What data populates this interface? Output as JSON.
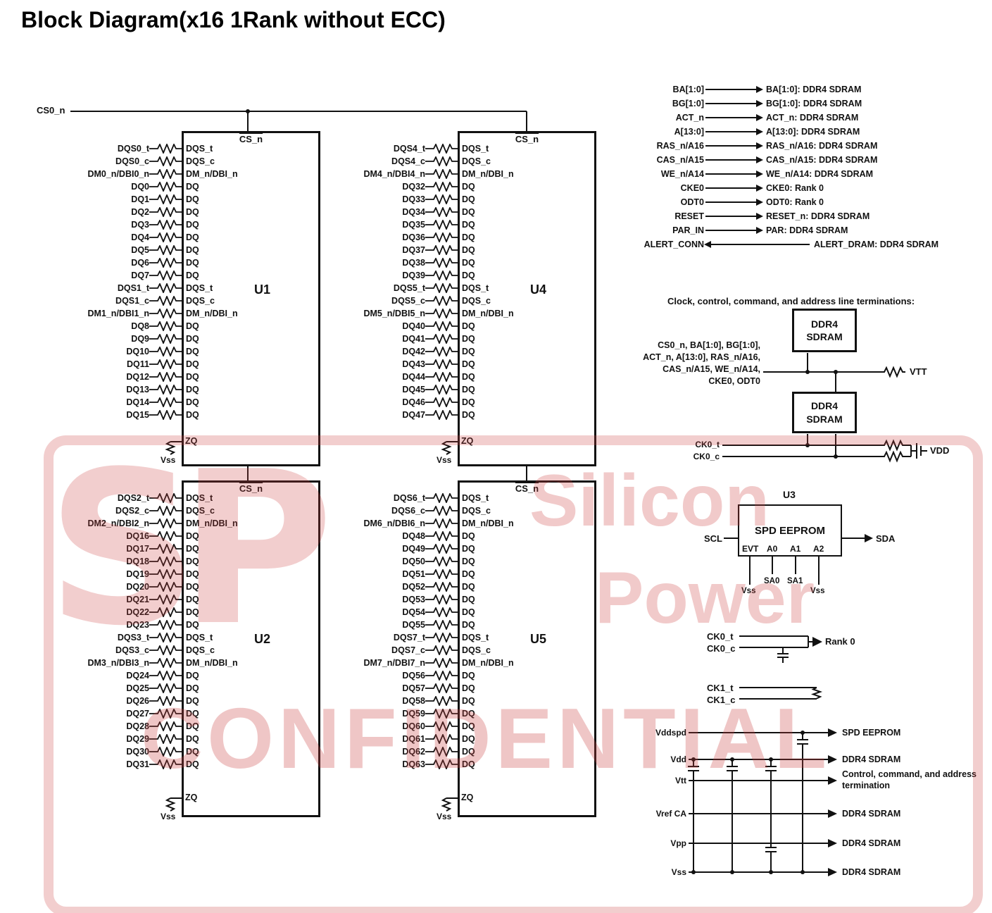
{
  "title": "Block Diagram(x16 1Rank without ECC)",
  "cs0_label": "CS0_n",
  "chips": {
    "u1": {
      "name": "U1",
      "cs": "CS_n",
      "zq": "ZQ",
      "gnd": "Vss",
      "rows": [
        {
          "ext": "DQS0_t",
          "int": "DQS_t"
        },
        {
          "ext": "DQS0_c",
          "int": "DQS_c"
        },
        {
          "ext": "DM0_n/DBI0_n",
          "int": "DM_n/DBI_n"
        },
        {
          "ext": "DQ0",
          "int": "DQ"
        },
        {
          "ext": "DQ1",
          "int": "DQ"
        },
        {
          "ext": "DQ2",
          "int": "DQ"
        },
        {
          "ext": "DQ3",
          "int": "DQ"
        },
        {
          "ext": "DQ4",
          "int": "DQ"
        },
        {
          "ext": "DQ5",
          "int": "DQ"
        },
        {
          "ext": "DQ6",
          "int": "DQ"
        },
        {
          "ext": "DQ7",
          "int": "DQ"
        },
        {
          "ext": "DQS1_t",
          "int": "DQS_t"
        },
        {
          "ext": "DQS1_c",
          "int": "DQS_c"
        },
        {
          "ext": "DM1_n/DBI1_n",
          "int": "DM_n/DBI_n"
        },
        {
          "ext": "DQ8",
          "int": "DQ"
        },
        {
          "ext": "DQ9",
          "int": "DQ"
        },
        {
          "ext": "DQ10",
          "int": "DQ"
        },
        {
          "ext": "DQ11",
          "int": "DQ"
        },
        {
          "ext": "DQ12",
          "int": "DQ"
        },
        {
          "ext": "DQ13",
          "int": "DQ"
        },
        {
          "ext": "DQ14",
          "int": "DQ"
        },
        {
          "ext": "DQ15",
          "int": "DQ"
        }
      ]
    },
    "u2": {
      "name": "U2",
      "cs": "CS_n",
      "zq": "ZQ",
      "gnd": "Vss",
      "rows": [
        {
          "ext": "DQS2_t",
          "int": "DQS_t"
        },
        {
          "ext": "DQS2_c",
          "int": "DQS_c"
        },
        {
          "ext": "DM2_n/DBI2_n",
          "int": "DM_n/DBI_n"
        },
        {
          "ext": "DQ16",
          "int": "DQ"
        },
        {
          "ext": "DQ17",
          "int": "DQ"
        },
        {
          "ext": "DQ18",
          "int": "DQ"
        },
        {
          "ext": "DQ19",
          "int": "DQ"
        },
        {
          "ext": "DQ20",
          "int": "DQ"
        },
        {
          "ext": "DQ21",
          "int": "DQ"
        },
        {
          "ext": "DQ22",
          "int": "DQ"
        },
        {
          "ext": "DQ23",
          "int": "DQ"
        },
        {
          "ext": "DQS3_t",
          "int": "DQS_t"
        },
        {
          "ext": "DQS3_c",
          "int": "DQS_c"
        },
        {
          "ext": "DM3_n/DBI3_n",
          "int": "DM_n/DBI_n"
        },
        {
          "ext": "DQ24",
          "int": "DQ"
        },
        {
          "ext": "DQ25",
          "int": "DQ"
        },
        {
          "ext": "DQ26",
          "int": "DQ"
        },
        {
          "ext": "DQ27",
          "int": "DQ"
        },
        {
          "ext": "DQ28",
          "int": "DQ"
        },
        {
          "ext": "DQ29",
          "int": "DQ"
        },
        {
          "ext": "DQ30",
          "int": "DQ"
        },
        {
          "ext": "DQ31",
          "int": "DQ"
        }
      ]
    },
    "u4": {
      "name": "U4",
      "cs": "CS_n",
      "zq": "ZQ",
      "gnd": "Vss",
      "rows": [
        {
          "ext": "DQS4_t",
          "int": "DQS_t"
        },
        {
          "ext": "DQS4_c",
          "int": "DQS_c"
        },
        {
          "ext": "DM4_n/DBI4_n",
          "int": "DM_n/DBI_n"
        },
        {
          "ext": "DQ32",
          "int": "DQ"
        },
        {
          "ext": "DQ33",
          "int": "DQ"
        },
        {
          "ext": "DQ34",
          "int": "DQ"
        },
        {
          "ext": "DQ35",
          "int": "DQ"
        },
        {
          "ext": "DQ36",
          "int": "DQ"
        },
        {
          "ext": "DQ37",
          "int": "DQ"
        },
        {
          "ext": "DQ38",
          "int": "DQ"
        },
        {
          "ext": "DQ39",
          "int": "DQ"
        },
        {
          "ext": "DQS5_t",
          "int": "DQS_t"
        },
        {
          "ext": "DQS5_c",
          "int": "DQS_c"
        },
        {
          "ext": "DM5_n/DBI5_n",
          "int": "DM_n/DBI_n"
        },
        {
          "ext": "DQ40",
          "int": "DQ"
        },
        {
          "ext": "DQ41",
          "int": "DQ"
        },
        {
          "ext": "DQ42",
          "int": "DQ"
        },
        {
          "ext": "DQ43",
          "int": "DQ"
        },
        {
          "ext": "DQ44",
          "int": "DQ"
        },
        {
          "ext": "DQ45",
          "int": "DQ"
        },
        {
          "ext": "DQ46",
          "int": "DQ"
        },
        {
          "ext": "DQ47",
          "int": "DQ"
        }
      ]
    },
    "u5": {
      "name": "U5",
      "cs": "CS_n",
      "zq": "ZQ",
      "gnd": "Vss",
      "rows": [
        {
          "ext": "DQS6_t",
          "int": "DQS_t"
        },
        {
          "ext": "DQS6_c",
          "int": "DQS_c"
        },
        {
          "ext": "DM6_n/DBI6_n",
          "int": "DM_n/DBI_n"
        },
        {
          "ext": "DQ48",
          "int": "DQ"
        },
        {
          "ext": "DQ49",
          "int": "DQ"
        },
        {
          "ext": "DQ50",
          "int": "DQ"
        },
        {
          "ext": "DQ51",
          "int": "DQ"
        },
        {
          "ext": "DQ52",
          "int": "DQ"
        },
        {
          "ext": "DQ53",
          "int": "DQ"
        },
        {
          "ext": "DQ54",
          "int": "DQ"
        },
        {
          "ext": "DQ55",
          "int": "DQ"
        },
        {
          "ext": "DQS7_t",
          "int": "DQS_t"
        },
        {
          "ext": "DQS7_c",
          "int": "DQS_c"
        },
        {
          "ext": "DM7_n/DBI7_n",
          "int": "DM_n/DBI_n"
        },
        {
          "ext": "DQ56",
          "int": "DQ"
        },
        {
          "ext": "DQ57",
          "int": "DQ"
        },
        {
          "ext": "DQ58",
          "int": "DQ"
        },
        {
          "ext": "DQ59",
          "int": "DQ"
        },
        {
          "ext": "DQ60",
          "int": "DQ"
        },
        {
          "ext": "DQ61",
          "int": "DQ"
        },
        {
          "ext": "DQ62",
          "int": "DQ"
        },
        {
          "ext": "DQ63",
          "int": "DQ"
        }
      ]
    }
  },
  "signal_list": {
    "out": [
      {
        "left": "BA[1:0]",
        "right": "BA[1:0]: DDR4 SDRAM"
      },
      {
        "left": "BG[1:0]",
        "right": "BG[1:0]: DDR4 SDRAM"
      },
      {
        "left": "ACT_n",
        "right": "ACT_n: DDR4 SDRAM"
      },
      {
        "left": "A[13:0]",
        "right": "A[13:0]: DDR4 SDRAM"
      },
      {
        "left": "RAS_n/A16",
        "right": "RAS_n/A16: DDR4 SDRAM"
      },
      {
        "left": "CAS_n/A15",
        "right": "CAS_n/A15: DDR4 SDRAM"
      },
      {
        "left": "WE_n/A14",
        "right": "WE_n/A14: DDR4 SDRAM"
      },
      {
        "left": "CKE0",
        "right": "CKE0: Rank 0"
      },
      {
        "left": "ODT0",
        "right": "ODT0: Rank 0"
      },
      {
        "left": "RESET",
        "right": "RESET_n: DDR4 SDRAM"
      },
      {
        "left": "PAR_IN",
        "right": "PAR: DDR4 SDRAM"
      }
    ],
    "in": {
      "left": "ALERT_CONN",
      "right": "ALERT_DRAM: DDR4 SDRAM"
    }
  },
  "terminations": {
    "heading": "Clock, control, command, and address line terminations:",
    "bus_lines": [
      "CS0_n, BA[1:0], BG[1:0],",
      "ACT_n, A[13:0], RAS_n/A16,",
      "CAS_n/A15, WE_n/A14,",
      "CKE0, ODT0"
    ],
    "sdram_box": "DDR4 SDRAM",
    "vtt": "VTT",
    "ck0_t": "CK0_t",
    "ck0_c": "CK0_c",
    "vdd": "VDD"
  },
  "eeprom": {
    "ref": "U3",
    "label": "SPD EEPROM",
    "scl": "SCL",
    "sda": "SDA",
    "pins": [
      "EVT",
      "A0",
      "A1",
      "A2"
    ],
    "below": [
      "Vss",
      "SA0",
      "SA1",
      "Vss"
    ]
  },
  "clocks": {
    "ck0_t": "CK0_t",
    "ck0_c": "CK0_c",
    "rank": "Rank 0",
    "ck1_t": "CK1_t",
    "ck1_c": "CK1_c"
  },
  "power": {
    "rails": [
      {
        "name": "Vddspd",
        "dest": "SPD EEPROM"
      },
      {
        "name": "Vdd",
        "dest": "DDR4 SDRAM"
      },
      {
        "name": "Vtt",
        "dest": "Control, command, and address termination"
      },
      {
        "name": "Vref CA",
        "dest": "DDR4 SDRAM"
      },
      {
        "name": "Vpp",
        "dest": "DDR4 SDRAM"
      },
      {
        "name": "Vss",
        "dest": "DDR4 SDRAM"
      }
    ]
  },
  "watermark": {
    "logo_text": "SP",
    "name_top": "Silicon",
    "name_bottom": "Power",
    "stamp": "CONFIDENTIAL"
  }
}
